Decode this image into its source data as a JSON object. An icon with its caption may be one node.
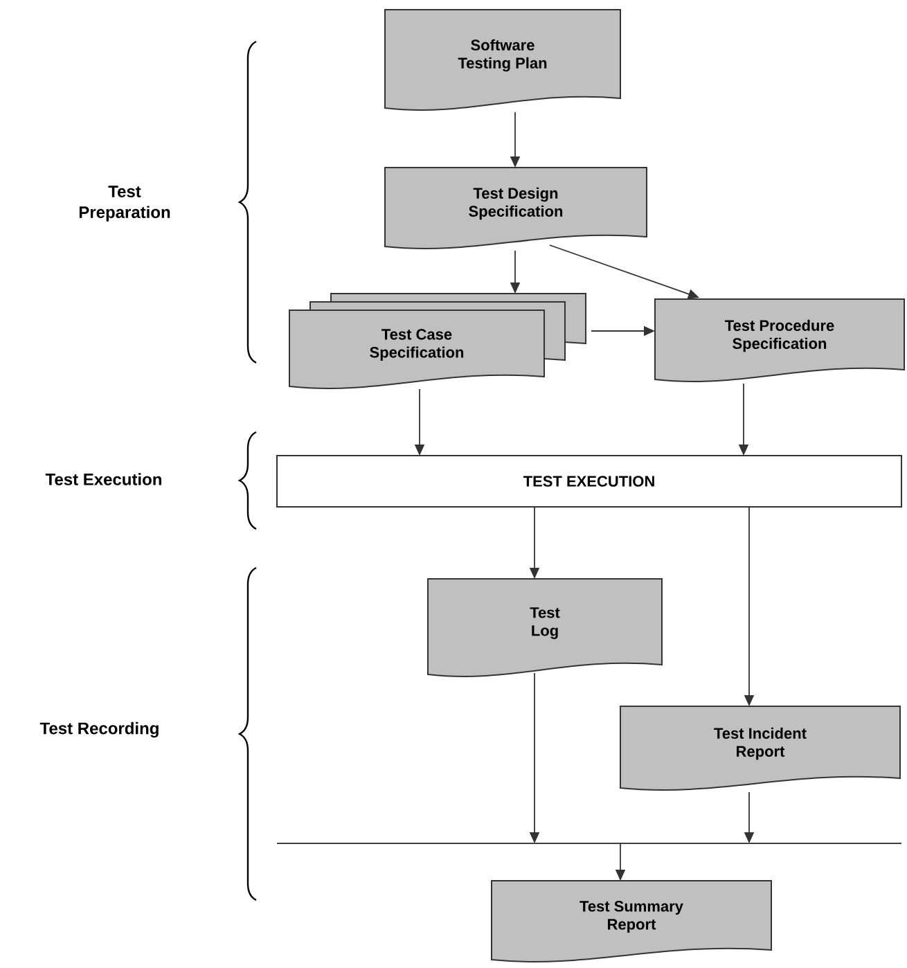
{
  "diagram": {
    "nodes": [
      {
        "text": [
          "Software Testing Plan"
        ]
      },
      {
        "text": [
          "Test Design Specification"
        ]
      },
      {
        "text": [
          "Test Case Specification"
        ]
      },
      {
        "text": [
          "Test Procedure Specification"
        ]
      },
      {
        "text": [
          "TEST  EXECUTION"
        ]
      },
      {
        "text": [
          "Test Log"
        ]
      },
      {
        "text": [
          "Test Incident Report"
        ]
      },
      {
        "text": [],
        "shape": "bar"
      },
      {
        "text": [
          "Test Summary Report"
        ]
      }
    ],
    "edges": [
      {
        "from": 0,
        "to": 1,
        "arrow": "to"
      },
      {
        "from": 1,
        "to": 2,
        "arrow": "to"
      },
      {
        "from": 1,
        "to": 3,
        "arrow": "to"
      },
      {
        "from": 2,
        "to": 3,
        "arrow": "to"
      },
      {
        "from": 2,
        "to": 4,
        "arrow": "to"
      },
      {
        "from": 3,
        "to": 4,
        "arrow": "to"
      },
      {
        "from": 4,
        "to": 5,
        "arrow": "to"
      },
      {
        "from": 4,
        "to": 6,
        "arrow": "to"
      },
      {
        "from": 5,
        "to": 7,
        "arrow": "to"
      },
      {
        "from": 6,
        "to": 7,
        "arrow": "to"
      },
      {
        "from": 7,
        "to": 8,
        "arrow": "to"
      }
    ],
    "labels": [
      "Test Preparation",
      "Test Execution",
      "Test Recording"
    ]
  }
}
